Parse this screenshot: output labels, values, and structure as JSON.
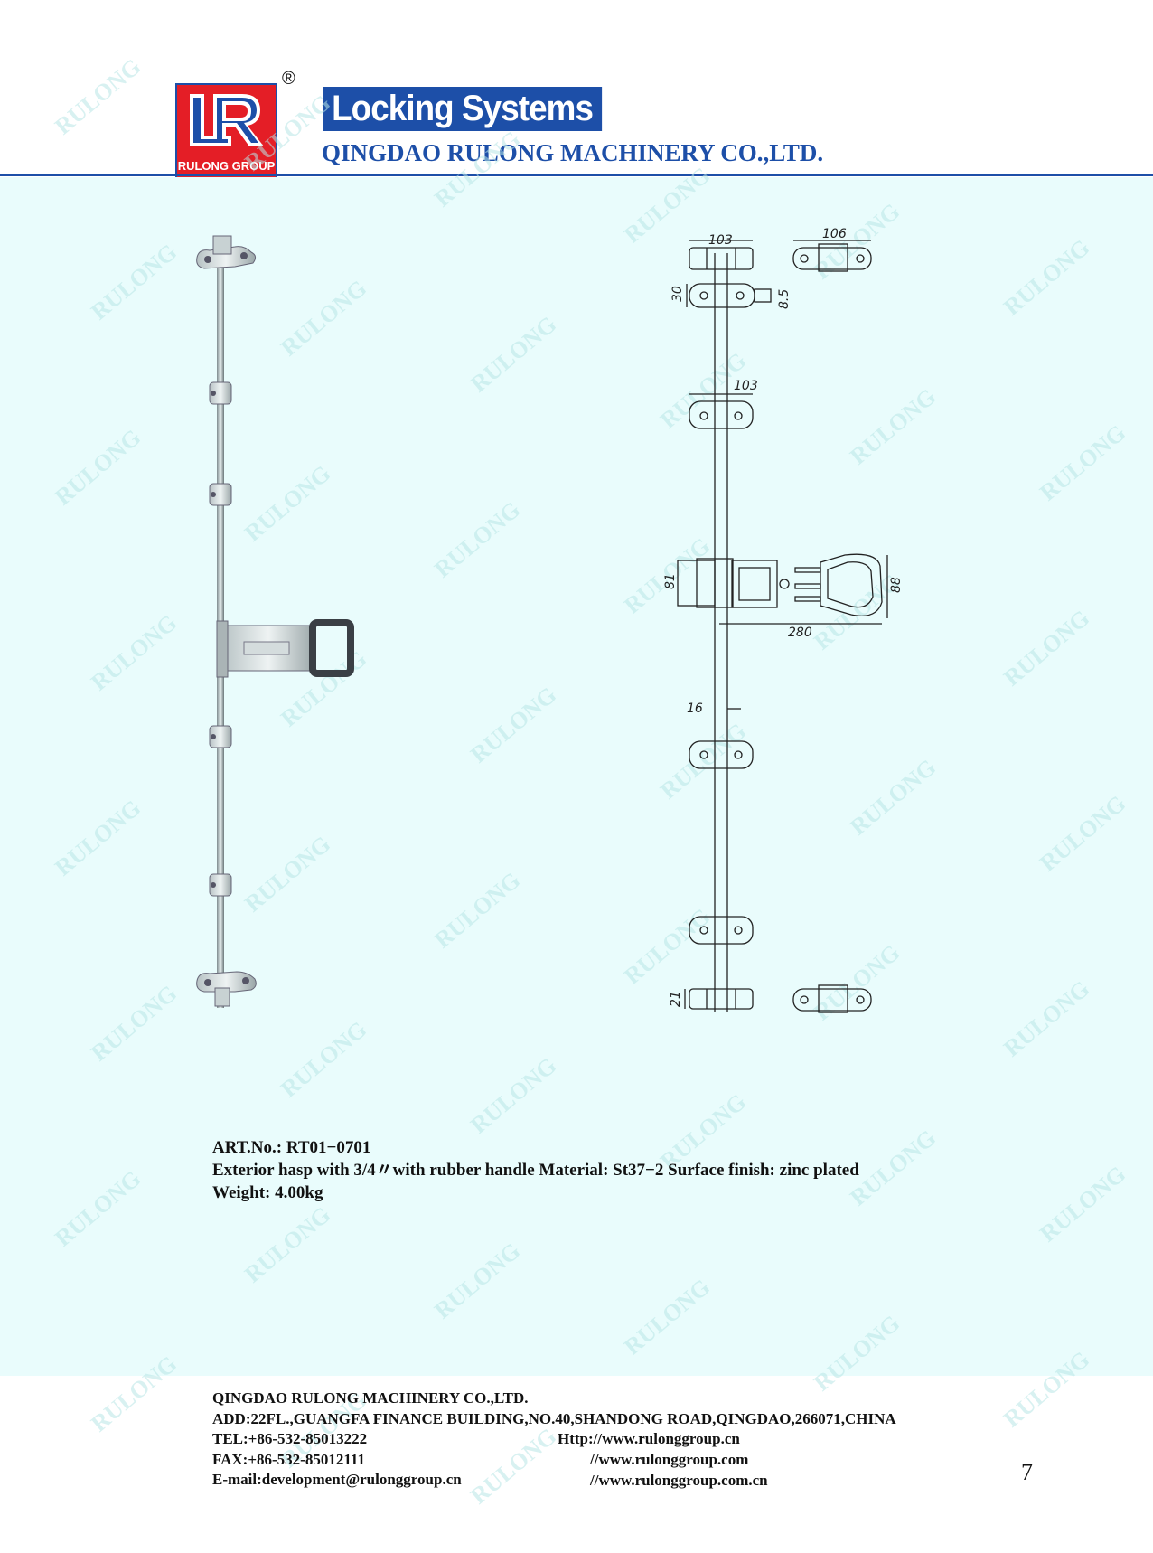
{
  "header": {
    "logo_text": "RULONG GROUP",
    "registered_mark": "®",
    "tagline": "Locking Systems",
    "company_name": "QINGDAO RULONG MACHINERY CO.,LTD."
  },
  "watermark": "RULONG",
  "drawing": {
    "dimensions": {
      "top_bracket_width": "103",
      "top_side_width": "106",
      "keeper_height": "30",
      "keeper_slot": "8.5",
      "guide_width": "103",
      "handle_height_left": "81",
      "handle_height_right": "88",
      "handle_length": "280",
      "rod_mark": "16",
      "bottom_height": "21"
    }
  },
  "spec": {
    "art_no": "ART.No.:  RT01−0701",
    "description": "Exterior hasp with 3/4〃with rubber handle Material:  St37−2 Surface finish:  zinc plated",
    "weight": "Weight:  4.00kg"
  },
  "footer": {
    "company": "QINGDAO RULONG MACHINERY CO.,LTD.",
    "address": "ADD:22FL.,GUANGFA FINANCE BUILDING,NO.40,SHANDONG ROAD,QINGDAO,266071,CHINA",
    "tel": "TEL:+86-532-85013222",
    "fax": "FAX:+86-532-85012111",
    "email": "E-mail:development@rulonggroup.cn",
    "web1": "Http://www.rulonggroup.cn",
    "web2": "//www.rulonggroup.com",
    "web3": "//www.rulonggroup.com.cn"
  },
  "page_number": "7",
  "colors": {
    "brand_blue": "#1d4fa8",
    "brand_red": "#e41e26",
    "panel_bg": "#e9fcfc"
  }
}
